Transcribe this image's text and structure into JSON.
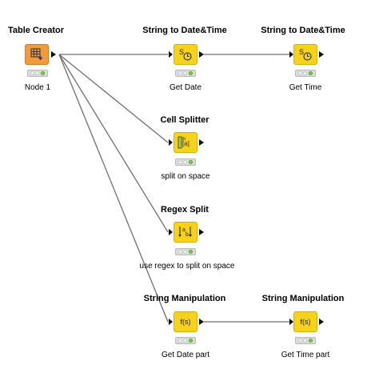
{
  "colors": {
    "source_node": "#f29a3c",
    "manipulator_node": "#f7d21a",
    "status_green": "#7bd04a",
    "wire": "#6f6f6f"
  },
  "nodes": {
    "table_creator": {
      "title": "Table Creator",
      "caption": "Node 1",
      "icon": "table-icon"
    },
    "string_to_datetime_1": {
      "title": "String to Date&Time",
      "caption": "Get Date",
      "icon": "string-to-datetime-icon",
      "icon_text": "S"
    },
    "string_to_datetime_2": {
      "title": "String to Date&Time",
      "caption": "Get Time",
      "icon": "string-to-datetime-icon",
      "icon_text": "S"
    },
    "cell_splitter": {
      "title": "Cell Splitter",
      "caption": "split on space",
      "icon": "cell-splitter-icon",
      "icon_text": "[a]"
    },
    "regex_split": {
      "title": "Regex Split",
      "caption": "use regex to split on space",
      "icon": "regex-split-icon",
      "icon_text": "a b"
    },
    "string_manip_1": {
      "title": "String Manipulation",
      "caption": "Get Date part",
      "icon": "string-manipulation-icon",
      "icon_text": "f(s)"
    },
    "string_manip_2": {
      "title": "String Manipulation",
      "caption": "Get Time part",
      "icon": "string-manipulation-icon",
      "icon_text": "f(s)"
    }
  }
}
